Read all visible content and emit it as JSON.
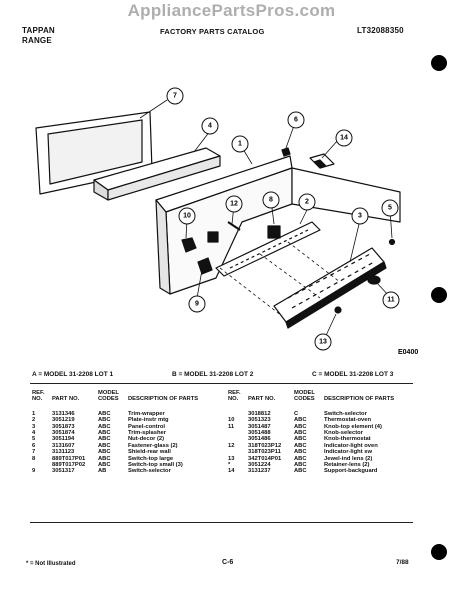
{
  "header": {
    "brand_line1": "TAPPAN",
    "brand_line2": "RANGE",
    "catalog_title": "FACTORY PARTS CATALOG",
    "model_number": "LT32088350"
  },
  "watermark": "AppliancePartsPros.com",
  "diagram": {
    "code": "E0400",
    "callouts": [
      "1",
      "2",
      "3",
      "4",
      "5",
      "6",
      "7",
      "8",
      "9",
      "10",
      "11",
      "12",
      "13",
      "14"
    ]
  },
  "models": {
    "a": "A = MODEL 31-2208 LOT 1",
    "b": "B = MODEL 31-2208 LOT 2",
    "c": "C = MODEL 31-2208 LOT 3"
  },
  "table_headers": {
    "ref_no": "REF. NO.",
    "part_no": "PART NO.",
    "model_codes": "MODEL CODES",
    "description": "DESCRIPTION OF PARTS"
  },
  "parts_left": [
    {
      "ref": "1",
      "part": "3131346",
      "codes": "ABC",
      "desc": "Trim-wrapper"
    },
    {
      "ref": "2",
      "part": "3051219",
      "codes": "ABC",
      "desc": "Plate-instr mtg"
    },
    {
      "ref": "3",
      "part": "3051873",
      "codes": "ABC",
      "desc": "Panel-control"
    },
    {
      "ref": "4",
      "part": "3051874",
      "codes": "ABC",
      "desc": "Trim-splasher"
    },
    {
      "ref": "5",
      "part": "3051194",
      "codes": "ABC",
      "desc": "Nut-decor (2)"
    },
    {
      "ref": "6",
      "part": "3131607",
      "codes": "ABC",
      "desc": "Fastener-glass (2)"
    },
    {
      "ref": "7",
      "part": "3131123",
      "codes": "ABC",
      "desc": "Shield-rear wall"
    },
    {
      "ref": "8",
      "part": "889T017P01",
      "codes": "ABC",
      "desc": "Switch-top large"
    },
    {
      "ref": "",
      "part": "889T017P02",
      "codes": "ABC",
      "desc": "Switch-top small (3)"
    },
    {
      "ref": "9",
      "part": "3051317",
      "codes": "AB",
      "desc": "Switch-selector"
    }
  ],
  "parts_right": [
    {
      "ref": "",
      "part": "3018812",
      "codes": "C",
      "desc": "Switch-selector"
    },
    {
      "ref": "10",
      "part": "3051323",
      "codes": "ABC",
      "desc": "Thermostat-oven"
    },
    {
      "ref": "11",
      "part": "3051487",
      "codes": "ABC",
      "desc": "Knob-top element (4)"
    },
    {
      "ref": "",
      "part": "3051488",
      "codes": "ABC",
      "desc": "Knob-selector"
    },
    {
      "ref": "",
      "part": "3051486",
      "codes": "ABC",
      "desc": "Knob-thermostat"
    },
    {
      "ref": "12",
      "part": "318T023P12",
      "codes": "ABC",
      "desc": "Indicator-light oven"
    },
    {
      "ref": "",
      "part": "318T023P11",
      "codes": "ABC",
      "desc": "Indicator-light sw"
    },
    {
      "ref": "13",
      "part": "342T014P01",
      "codes": "ABC",
      "desc": "Jewel-ind lens (2)"
    },
    {
      "ref": "*",
      "part": "3051224",
      "codes": "ABC",
      "desc": "Retainer-lens (2)"
    },
    {
      "ref": "14",
      "part": "3131237",
      "codes": "ABC",
      "desc": "Support-backguard"
    }
  ],
  "footer": {
    "note": "* = Not Illustrated",
    "page": "C-6",
    "date": "7/88"
  }
}
